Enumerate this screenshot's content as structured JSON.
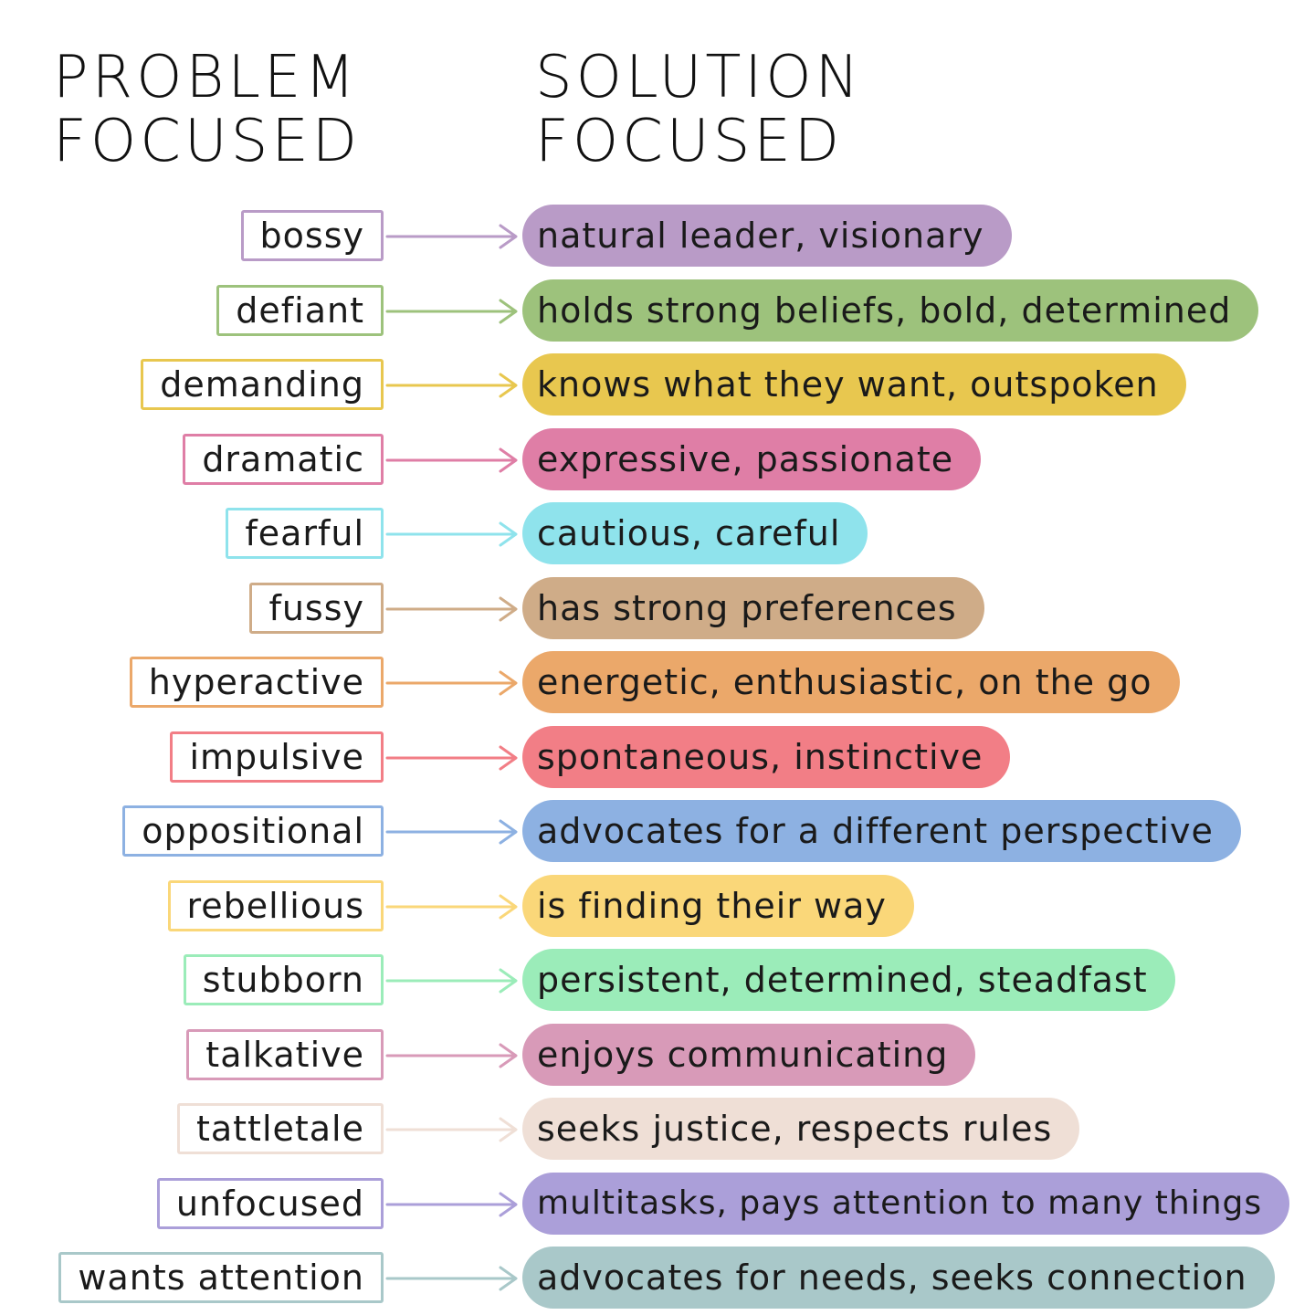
{
  "problem_heading": {
    "line1": "PROBLEM",
    "line2": "FOCUSED"
  },
  "solution_heading": {
    "line1": "SOLUTION",
    "line2": "FOCUSED"
  },
  "pairs": [
    {
      "problem": "bossy",
      "solution": "natural leader, visionary",
      "color": "#b99bc7"
    },
    {
      "problem": "defiant",
      "solution": "holds strong beliefs, bold, determined",
      "color": "#9dc27c"
    },
    {
      "problem": "demanding",
      "solution": "knows what they want, outspoken",
      "color": "#e8c74f"
    },
    {
      "problem": "dramatic",
      "solution": "expressive, passionate",
      "color": "#df7ea6"
    },
    {
      "problem": "fearful",
      "solution": "cautious, careful",
      "color": "#8fe3ec"
    },
    {
      "problem": "fussy",
      "solution": "has strong preferences",
      "color": "#cfac88"
    },
    {
      "problem": "hyperactive",
      "solution": "energetic, enthusiastic, on the go",
      "color": "#eba86a"
    },
    {
      "problem": "impulsive",
      "solution": "spontaneous, instinctive",
      "color": "#f27e86"
    },
    {
      "problem": "oppositional",
      "solution": "advocates for a different perspective",
      "color": "#8db1e2"
    },
    {
      "problem": "rebellious",
      "solution": "is finding their way",
      "color": "#fad779"
    },
    {
      "problem": "stubborn",
      "solution": "persistent, determined, steadfast",
      "color": "#9becb9"
    },
    {
      "problem": "talkative",
      "solution": "enjoys communicating",
      "color": "#d89ab8"
    },
    {
      "problem": "tattletale",
      "solution": "seeks justice, respects rules",
      "color": "#efdfd6"
    },
    {
      "problem": "unfocused",
      "solution": "multitasks, pays attention to many things",
      "color": "#ab9fd9"
    },
    {
      "problem": "wants attention",
      "solution": "advocates for needs, seeks connection",
      "color": "#a9c8c9"
    }
  ]
}
